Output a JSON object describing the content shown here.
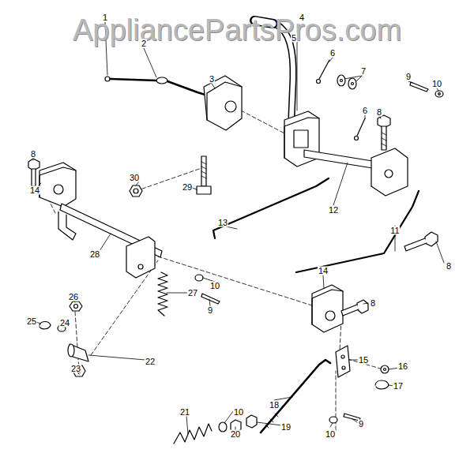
{
  "diagram": {
    "labels": [
      "AppliancePartsPros.com",
      "1",
      "4",
      "5",
      "2",
      "6",
      "7",
      "9",
      "3",
      "10",
      "6",
      "8",
      "8",
      "30",
      "29",
      "14",
      "12",
      "13",
      "11",
      "28",
      "8",
      "14",
      "10",
      "27",
      "26",
      "8",
      "9",
      "25",
      "24",
      "15",
      "22",
      "16",
      "23",
      "17",
      "18",
      "21",
      "10",
      "19",
      "9",
      "20",
      "10"
    ]
  }
}
